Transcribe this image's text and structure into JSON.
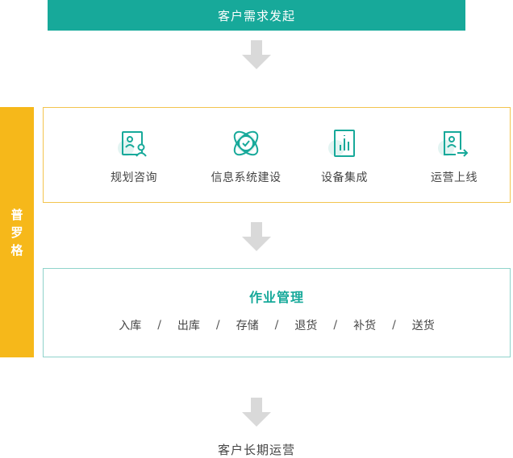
{
  "top": {
    "title": "客户需求发起"
  },
  "side": {
    "label": [
      "普",
      "罗",
      "格"
    ]
  },
  "services": [
    {
      "label": "规划咨询",
      "icon": "consulting-icon"
    },
    {
      "label": "信息系统建设",
      "icon": "system-icon"
    },
    {
      "label": "设备集成",
      "icon": "equipment-icon"
    },
    {
      "label": "运营上线",
      "icon": "launch-icon"
    }
  ],
  "operations": {
    "title": "作业管理",
    "items": [
      "入库",
      "出库",
      "存储",
      "退货",
      "补货",
      "送货"
    ],
    "separator": "/"
  },
  "bottom": {
    "title": "客户长期运营"
  },
  "colors": {
    "teal": "#17a99a",
    "yellow": "#f6b81a",
    "arrow": "#d9d9d9"
  }
}
